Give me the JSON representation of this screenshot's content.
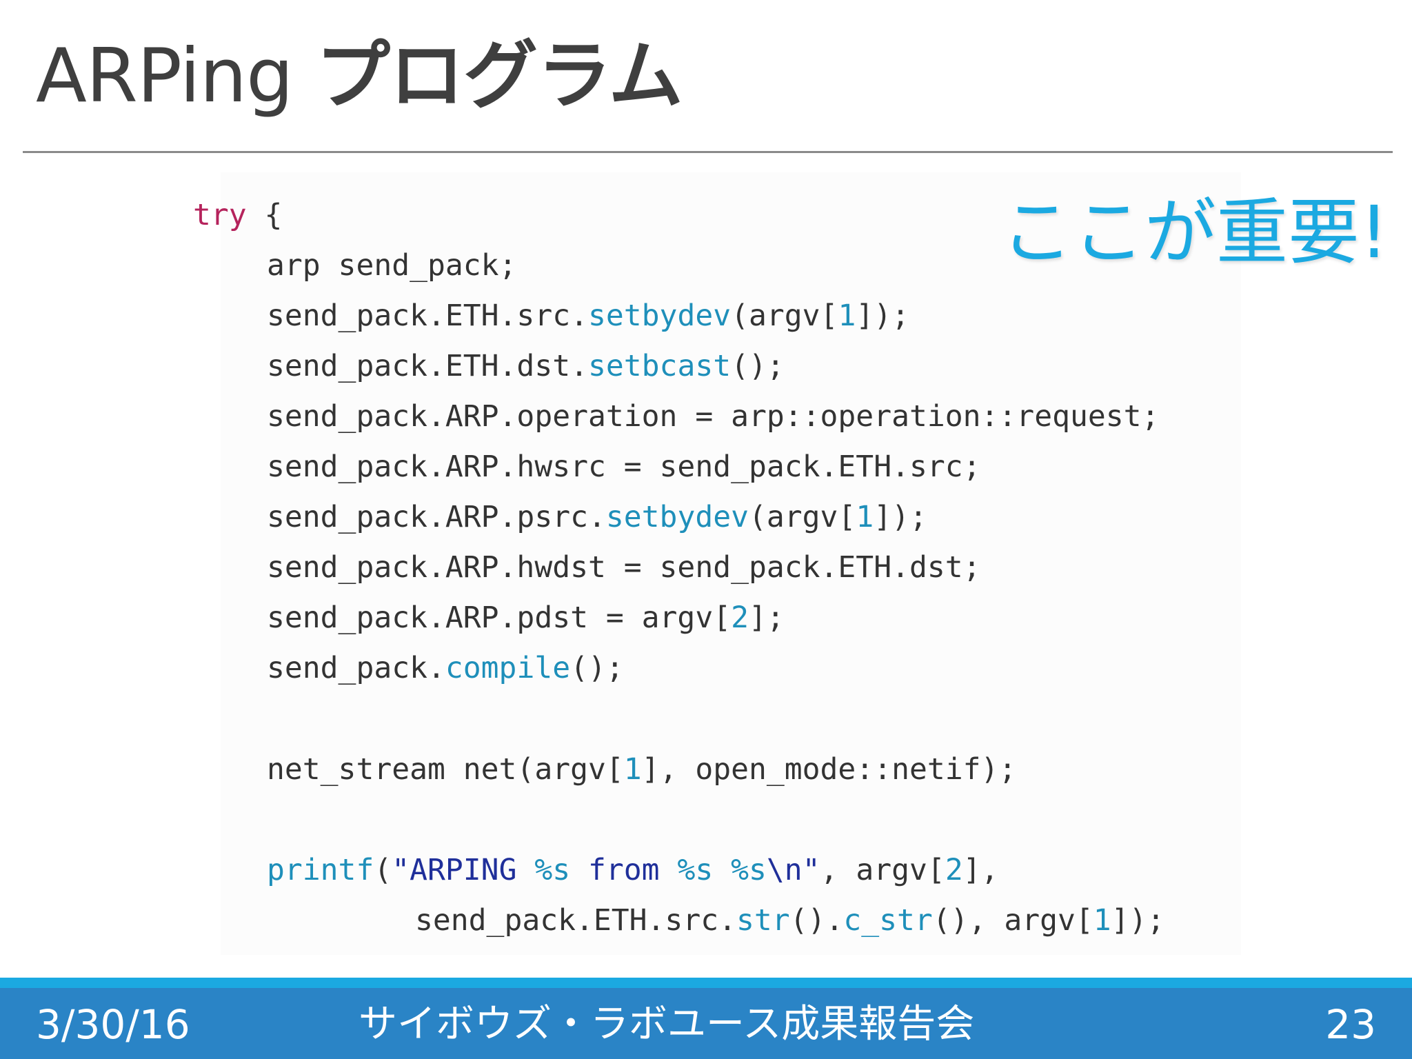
{
  "slide": {
    "title_latin": "ARPing",
    "title_jp": "プログラム",
    "callout": "ここが重要!",
    "colors": {
      "title": "#3f3f3f",
      "accent": "#1ba9e1",
      "footer": "#2a84c6",
      "divider": "#8a8a8a",
      "code_keyword": "#b5235c",
      "code_function": "#1e8fba",
      "code_string": "#1f2f9a",
      "code_text": "#333333"
    }
  },
  "code": {
    "lines": [
      {
        "tokens": [
          {
            "t": "try",
            "k": "keyword"
          },
          {
            "t": " {",
            "k": "text"
          }
        ]
      },
      {
        "tokens": [
          {
            "t": "arp send_pack;",
            "k": "text"
          }
        ]
      },
      {
        "tokens": [
          {
            "t": "send_pack.ETH.src.",
            "k": "text"
          },
          {
            "t": "setbydev",
            "k": "func"
          },
          {
            "t": "(argv[",
            "k": "text"
          },
          {
            "t": "1",
            "k": "num"
          },
          {
            "t": "]);",
            "k": "text"
          }
        ]
      },
      {
        "tokens": [
          {
            "t": "send_pack.ETH.dst.",
            "k": "text"
          },
          {
            "t": "setbcast",
            "k": "func"
          },
          {
            "t": "();",
            "k": "text"
          }
        ]
      },
      {
        "tokens": [
          {
            "t": "send_pack.ARP.operation = arp::operation::request;",
            "k": "text"
          }
        ]
      },
      {
        "tokens": [
          {
            "t": "send_pack.ARP.hwsrc = send_pack.ETH.src;",
            "k": "text"
          }
        ]
      },
      {
        "tokens": [
          {
            "t": "send_pack.ARP.psrc.",
            "k": "text"
          },
          {
            "t": "setbydev",
            "k": "func"
          },
          {
            "t": "(argv[",
            "k": "text"
          },
          {
            "t": "1",
            "k": "num"
          },
          {
            "t": "]);",
            "k": "text"
          }
        ]
      },
      {
        "tokens": [
          {
            "t": "send_pack.ARP.hwdst = send_pack.ETH.dst;",
            "k": "text"
          }
        ]
      },
      {
        "tokens": [
          {
            "t": "send_pack.ARP.pdst = argv[",
            "k": "text"
          },
          {
            "t": "2",
            "k": "num"
          },
          {
            "t": "];",
            "k": "text"
          }
        ]
      },
      {
        "tokens": [
          {
            "t": "send_pack.",
            "k": "text"
          },
          {
            "t": "compile",
            "k": "func"
          },
          {
            "t": "();",
            "k": "text"
          }
        ]
      },
      {
        "tokens": [
          {
            "t": "net_stream net(argv[",
            "k": "text"
          },
          {
            "t": "1",
            "k": "num"
          },
          {
            "t": "], open_mode::netif);",
            "k": "text"
          }
        ]
      },
      {
        "tokens": [
          {
            "t": "printf",
            "k": "func"
          },
          {
            "t": "(",
            "k": "text"
          },
          {
            "t": "\"ARPING ",
            "k": "str"
          },
          {
            "t": "%s",
            "k": "fmt"
          },
          {
            "t": " from ",
            "k": "str"
          },
          {
            "t": "%s",
            "k": "fmt"
          },
          {
            "t": " ",
            "k": "str"
          },
          {
            "t": "%s",
            "k": "fmt"
          },
          {
            "t": "\\n\"",
            "k": "str"
          },
          {
            "t": ", argv[",
            "k": "text"
          },
          {
            "t": "2",
            "k": "num"
          },
          {
            "t": "],",
            "k": "text"
          }
        ]
      },
      {
        "tokens": [
          {
            "t": "send_pack.ETH.src.",
            "k": "text"
          },
          {
            "t": "str",
            "k": "func"
          },
          {
            "t": "().",
            "k": "text"
          },
          {
            "t": "c_str",
            "k": "func"
          },
          {
            "t": "(), argv[",
            "k": "text"
          },
          {
            "t": "1",
            "k": "num"
          },
          {
            "t": "]);",
            "k": "text"
          }
        ]
      }
    ]
  },
  "footer": {
    "date": "3/30/16",
    "event": "サイボウズ・ラボユース成果報告会",
    "page_number": "23"
  }
}
